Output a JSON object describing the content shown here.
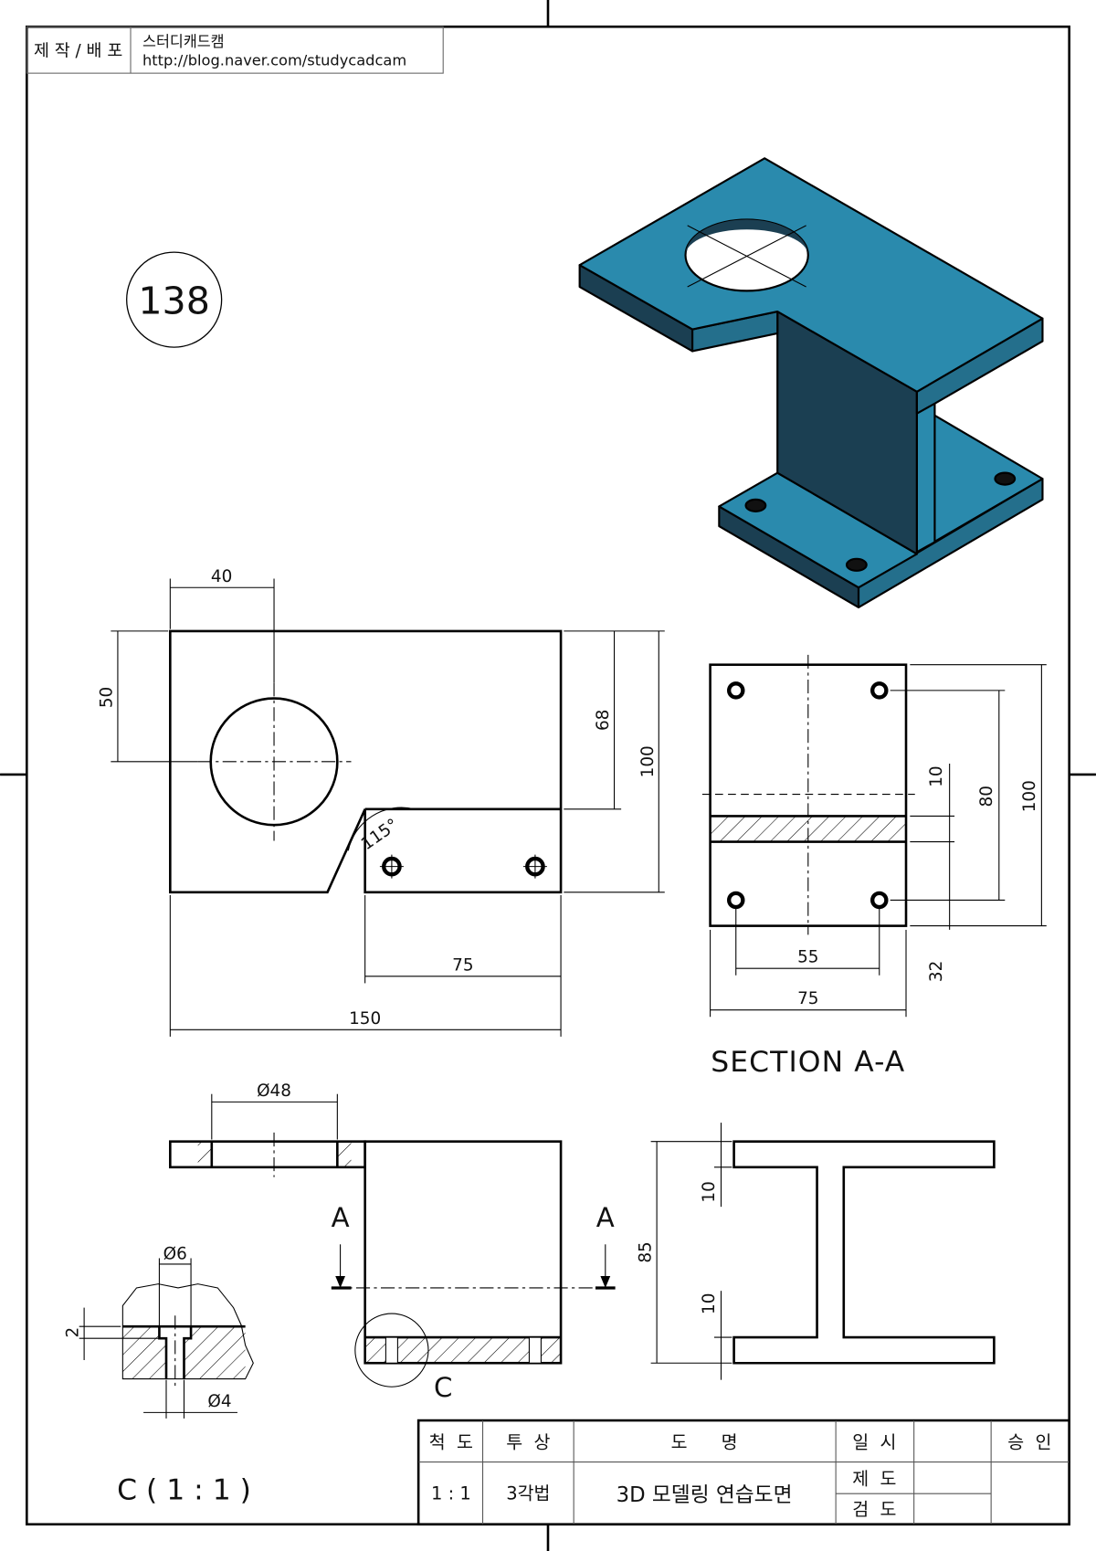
{
  "header": {
    "label": "제 작 / 배 포",
    "author": "스터디캐드캠",
    "url": "http://blog.naver.com/studycadcam"
  },
  "drawing_number": "138",
  "colors": {
    "model_face": "#2a8aad",
    "model_dark": "#1b3f52",
    "model_mid": "#246f8c"
  },
  "front_view": {
    "dims": {
      "d40": "40",
      "d50": "50",
      "d68": "68",
      "d100": "100",
      "d75": "75",
      "d150": "150",
      "angle": "115°"
    }
  },
  "section_view": {
    "title": "SECTION A-A",
    "dims": {
      "d10": "10",
      "d80": "80",
      "d100": "100",
      "d32": "32",
      "d55": "55",
      "d75": "75"
    }
  },
  "top_view": {
    "dims": {
      "dia48": "Ø48"
    },
    "cut_label_left": "A",
    "cut_label_right": "A",
    "detail_label": "C"
  },
  "side_view": {
    "dims": {
      "d85": "85",
      "d10_top": "10",
      "d10_bottom": "10"
    }
  },
  "detail_view": {
    "title": "C ( 1 : 1 )",
    "dims": {
      "dia6": "Ø6",
      "d2": "2",
      "dia4": "Ø4"
    }
  },
  "title_block": {
    "scale_label": "척  도",
    "projection_label": "투  상",
    "name_label": "도      명",
    "date_label": "일  시",
    "approve_label": "승  인",
    "scale_value": "1 : 1",
    "projection_value": "3각법",
    "name_value": "3D 모델링 연습도면",
    "drawn_label": "제  도",
    "checked_label": "검  도"
  }
}
